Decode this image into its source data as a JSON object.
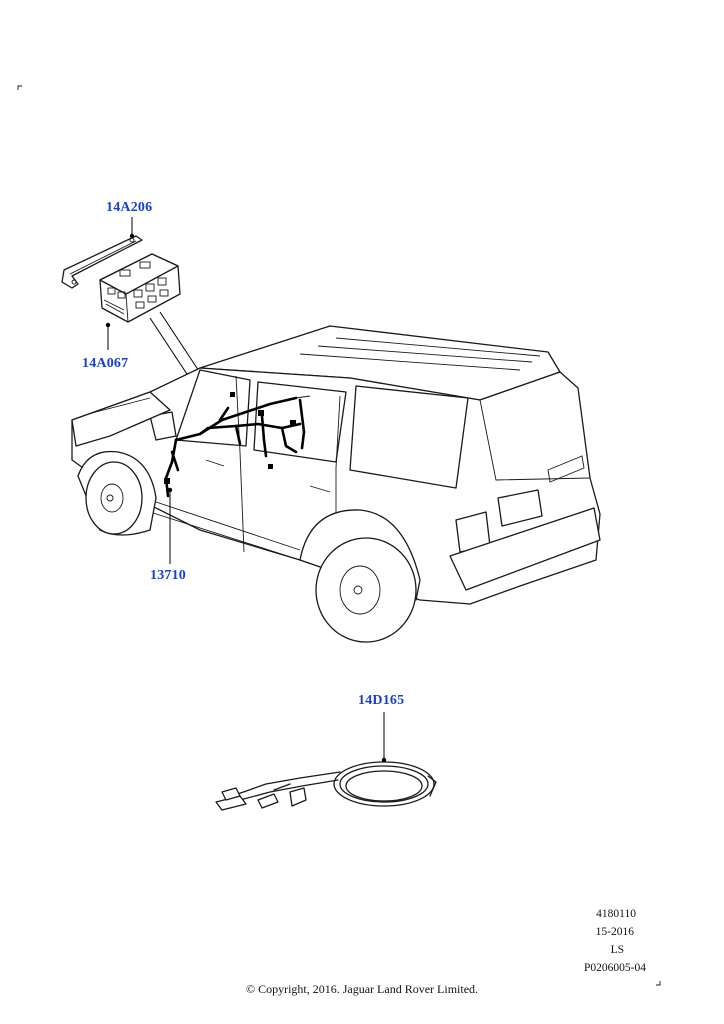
{
  "callouts": {
    "part_14A206": "14A206",
    "part_14A067": "14A067",
    "part_13710": "13710",
    "part_14D165": "14D165"
  },
  "info_block": {
    "line1": "4180110",
    "line2": "15-2016",
    "line3": "LS",
    "line4": "P0206005-04"
  },
  "copyright": "© Copyright, 2016. Jaguar Land Rover Limited.",
  "colors": {
    "callout": "#1a3fd1",
    "lines": "#1a1a1a"
  }
}
